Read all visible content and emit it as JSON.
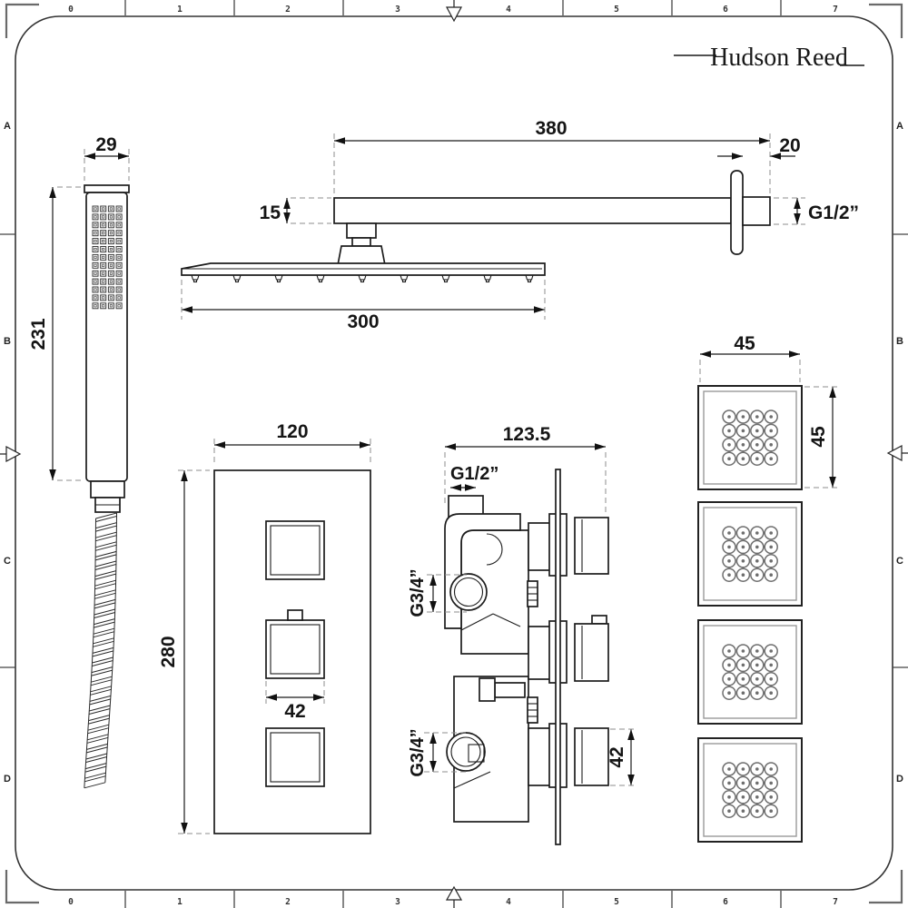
{
  "sheet": {
    "brand": "Hudson Reed",
    "ruler_top": [
      "0",
      "1",
      "2",
      "3",
      "4",
      "5",
      "6",
      "7"
    ],
    "ruler_bottom": [
      "0",
      "1",
      "2",
      "3",
      "4",
      "5",
      "6",
      "7"
    ],
    "zones_left": [
      "A",
      "B",
      "C",
      "D"
    ],
    "zones_right": [
      "A",
      "B",
      "C",
      "D"
    ]
  },
  "components": {
    "handset": {
      "width": "29",
      "height": "231",
      "nozzle_rows": 13,
      "nozzle_cols": 4
    },
    "shower_arm": {
      "length": "380",
      "wall_depth": "20",
      "thread": "G1/2”",
      "bar_height": "15"
    },
    "shower_head": {
      "width": "300",
      "nozzle_count": 9
    },
    "valve_front": {
      "width": "120",
      "height": "280",
      "knob_width": "42",
      "knob_count": 3
    },
    "valve_side": {
      "depth": "123.5",
      "top_thread": "G1/2”",
      "upper_inlet": "G3/4”",
      "lower_inlet": "G3/4”",
      "knob_height": "42"
    },
    "body_jets": {
      "width": "45",
      "height": "45",
      "count": 4,
      "nozzle_rows": 4,
      "nozzle_cols": 4
    }
  }
}
